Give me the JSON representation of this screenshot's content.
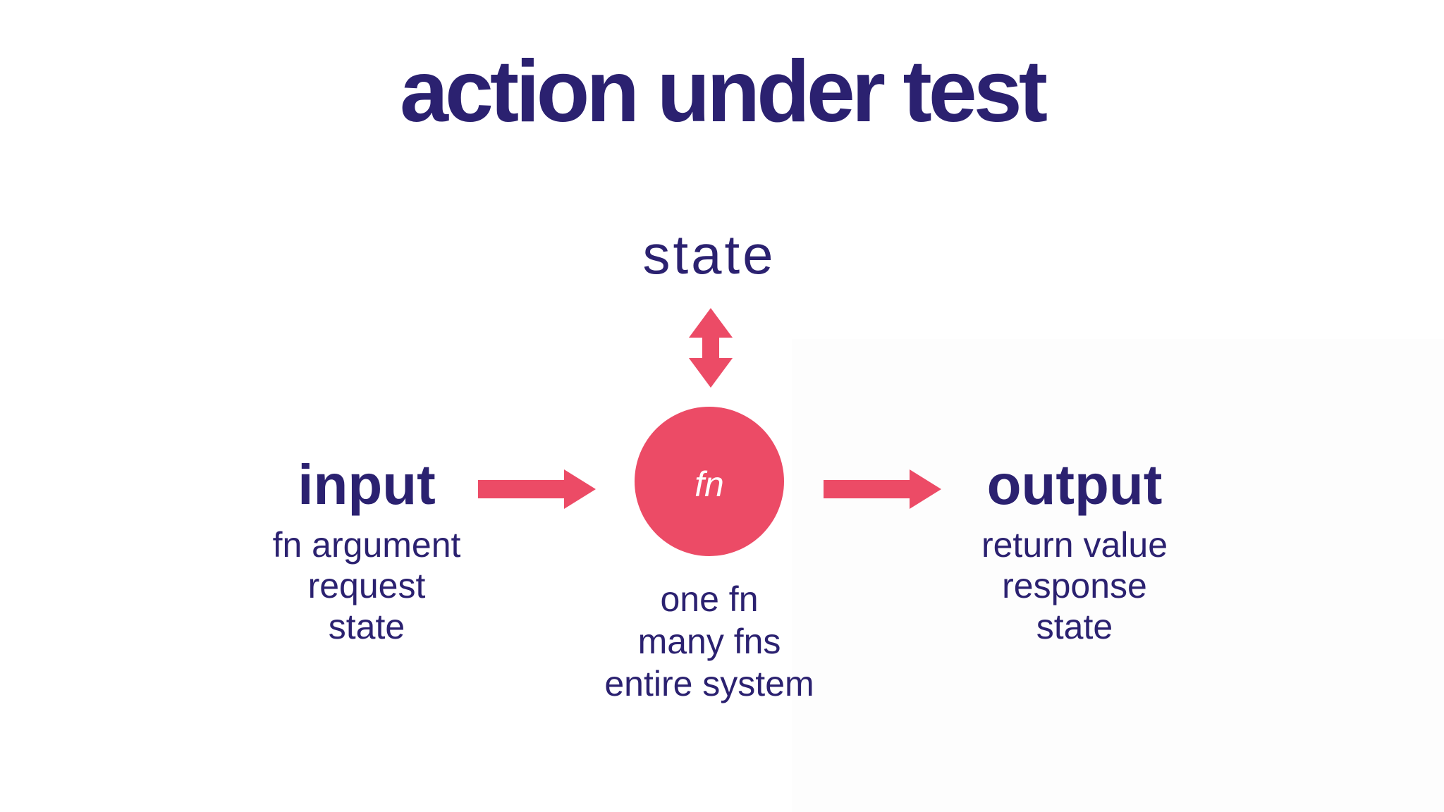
{
  "title": "action under test",
  "colors": {
    "navy": "#2b2170",
    "pink": "#ec4b66",
    "background": "#ffffff",
    "fn_text": "#ffffff"
  },
  "diagram": {
    "state_label": "state",
    "fn_label": "fn",
    "input": {
      "label": "input",
      "items": [
        "fn argument",
        "request",
        "state"
      ]
    },
    "output": {
      "label": "output",
      "items": [
        "return value",
        "response",
        "state"
      ]
    },
    "scope": {
      "items": [
        "one fn",
        "many fns",
        "entire system"
      ]
    }
  }
}
